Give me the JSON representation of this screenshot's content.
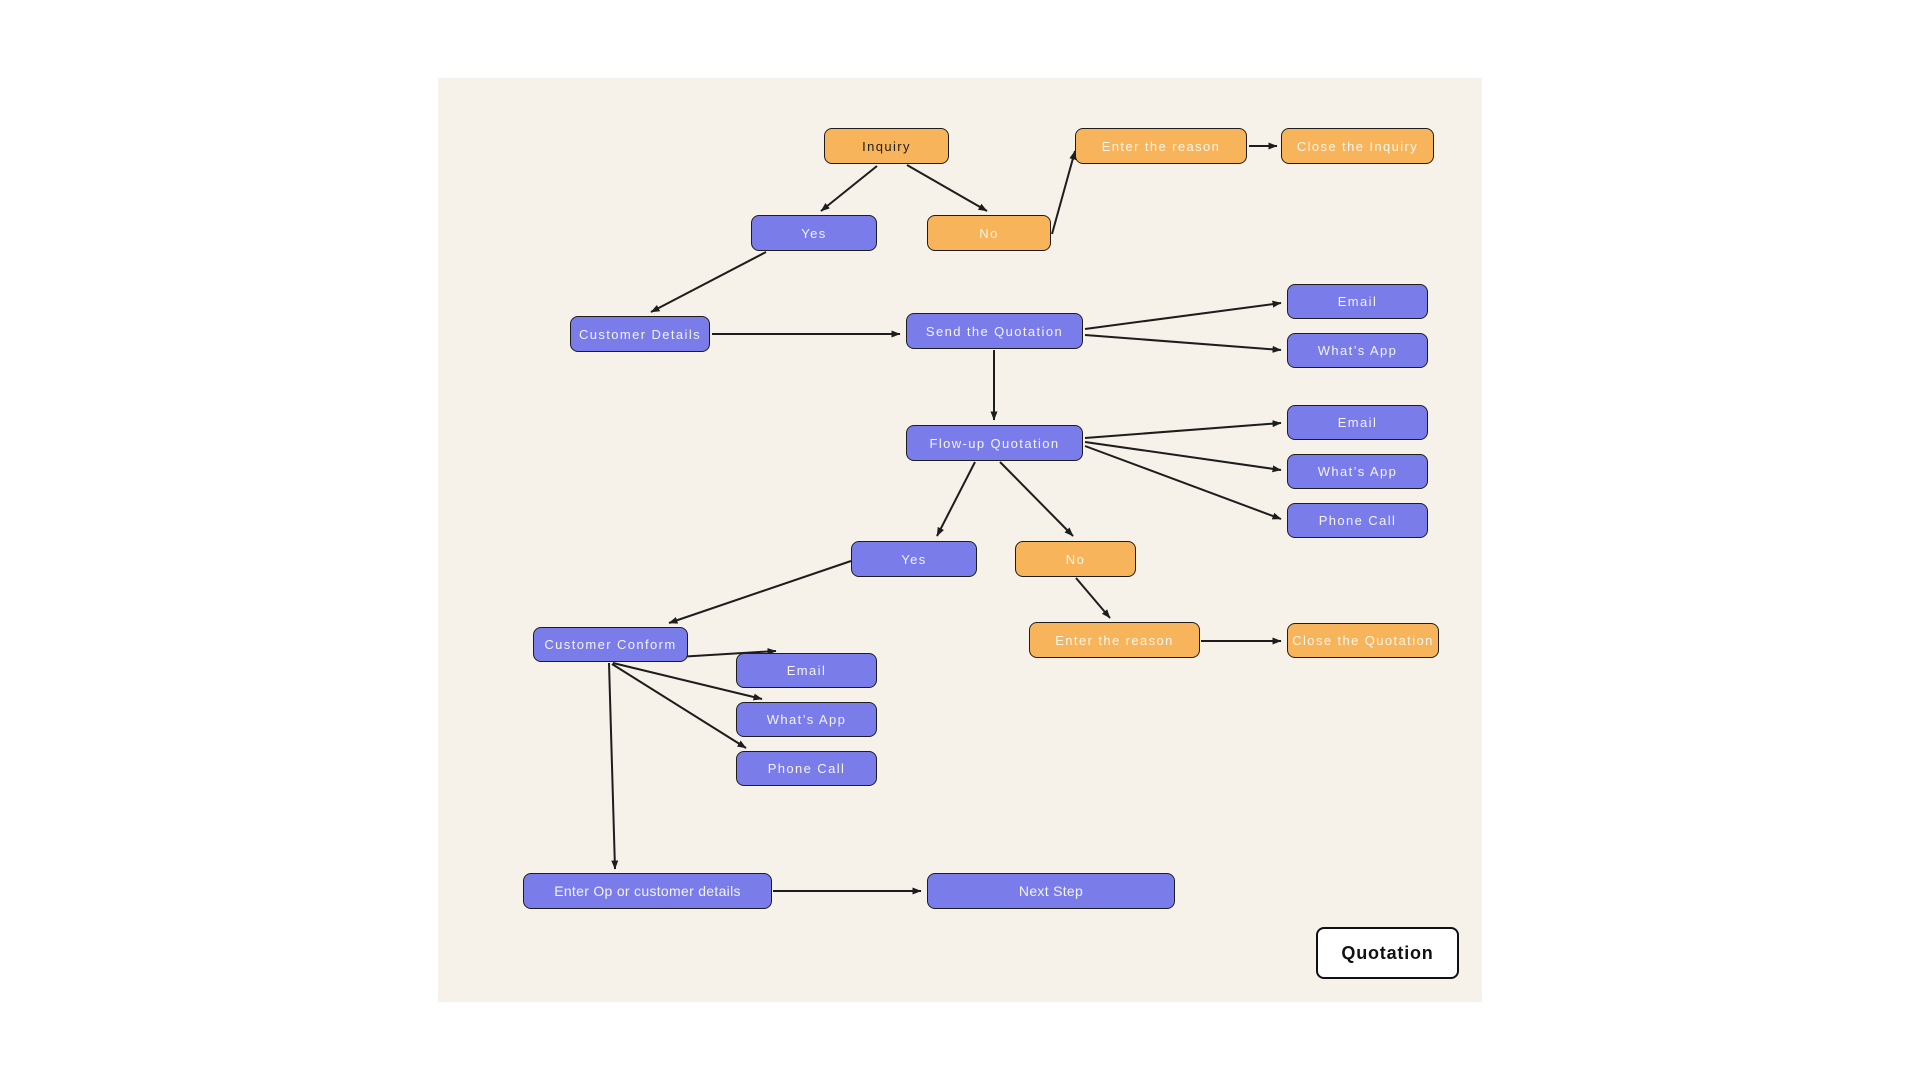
{
  "board": {
    "background_color": "#f6f1e9",
    "page_background_color": "#ffffff"
  },
  "colors": {
    "node_purple": "#7a7de9",
    "node_orange": "#f8b45a",
    "node_border": "#1d1d1d",
    "arrow": "#1d1d1d",
    "text_light": "#f3f2fd",
    "text_dark": "#24201a"
  },
  "nodes": [
    {
      "id": "inquiry",
      "label": "Inquiry",
      "variant": "orange-dark"
    },
    {
      "id": "enter-reason-1",
      "label": "Enter the reason",
      "variant": "orange"
    },
    {
      "id": "close-inquiry",
      "label": "Close the Inquiry",
      "variant": "orange"
    },
    {
      "id": "yes-1",
      "label": "Yes",
      "variant": "purple"
    },
    {
      "id": "no-1",
      "label": "No",
      "variant": "orange"
    },
    {
      "id": "customer-details",
      "label": "Customer Details",
      "variant": "purple"
    },
    {
      "id": "send-quotation",
      "label": "Send the Quotation",
      "variant": "purple"
    },
    {
      "id": "email-1",
      "label": "Email",
      "variant": "purple"
    },
    {
      "id": "whatsapp-1",
      "label": "What’s App",
      "variant": "purple"
    },
    {
      "id": "flowup-quotation",
      "label": "Flow-up Quotation",
      "variant": "purple"
    },
    {
      "id": "email-2",
      "label": "Email",
      "variant": "purple"
    },
    {
      "id": "whatsapp-2",
      "label": "What’s App",
      "variant": "purple"
    },
    {
      "id": "phone-call-2",
      "label": "Phone Call",
      "variant": "purple"
    },
    {
      "id": "yes-2",
      "label": "Yes",
      "variant": "purple"
    },
    {
      "id": "no-2",
      "label": "No",
      "variant": "orange"
    },
    {
      "id": "customer-conform",
      "label": "Customer Conform",
      "variant": "purple"
    },
    {
      "id": "enter-reason-2",
      "label": "Enter the reason",
      "variant": "orange"
    },
    {
      "id": "close-quotation",
      "label": "Close the Quotation",
      "variant": "orange"
    },
    {
      "id": "email-3",
      "label": "Email",
      "variant": "purple"
    },
    {
      "id": "whatsapp-3",
      "label": "What’s App",
      "variant": "purple"
    },
    {
      "id": "phone-call-3",
      "label": "Phone Call",
      "variant": "purple"
    },
    {
      "id": "enter-op",
      "label": "Enter Op or customer details",
      "variant": "purple plain"
    },
    {
      "id": "next-step",
      "label": "Next Step",
      "variant": "purple plain"
    },
    {
      "id": "quotation-card",
      "label": "Quotation",
      "variant": "card"
    }
  ]
}
